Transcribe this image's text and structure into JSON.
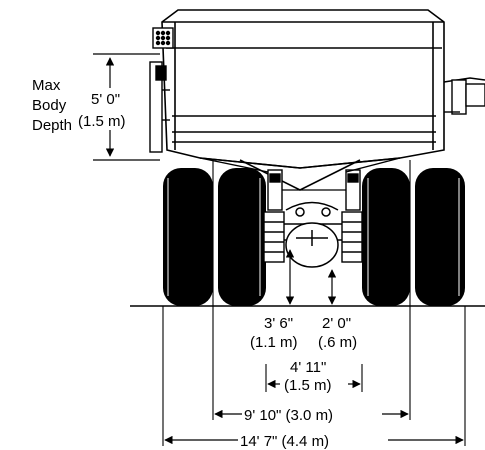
{
  "body_depth": {
    "label_line1": "Max",
    "label_line2": "Body",
    "label_line3": "Depth",
    "imperial": "5' 0\"",
    "metric": "(1.5 m)"
  },
  "clearances": {
    "axle_imperial": "3' 6\"",
    "axle_metric": "(1.1 m)",
    "diff_imperial": "2' 0\"",
    "diff_metric": "(.6 m)"
  },
  "widths": {
    "inner_tire_imperial": "4' 11\"",
    "inner_tire_metric": "(1.5 m)",
    "tread": "9' 10\" (3.0 m)",
    "overall": "14' 7\" (4.4 m)"
  }
}
